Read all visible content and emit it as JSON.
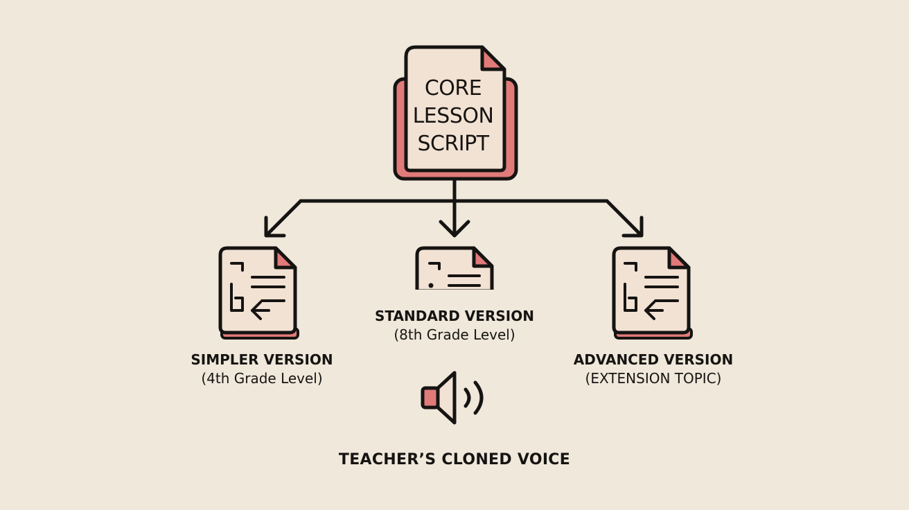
{
  "core": {
    "lines": [
      "CORE",
      "LESSON",
      "SCRIPT"
    ]
  },
  "versions": [
    {
      "title": "SIMPLER VERSION",
      "subtitle": "(4th Grade Level)"
    },
    {
      "title": "STANDARD VERSION",
      "subtitle": "(8th Grade Level)"
    },
    {
      "title": "ADVANCED VERSION",
      "subtitle": "(EXTENSION TOPIC)"
    }
  ],
  "voice": {
    "label": "TEACHER’S CLONED VOICE",
    "icon": "speaker-icon"
  },
  "colors": {
    "background": "#efe8db",
    "accent": "#e07b79",
    "paper": "#f2e2d3",
    "ink": "#161412"
  }
}
